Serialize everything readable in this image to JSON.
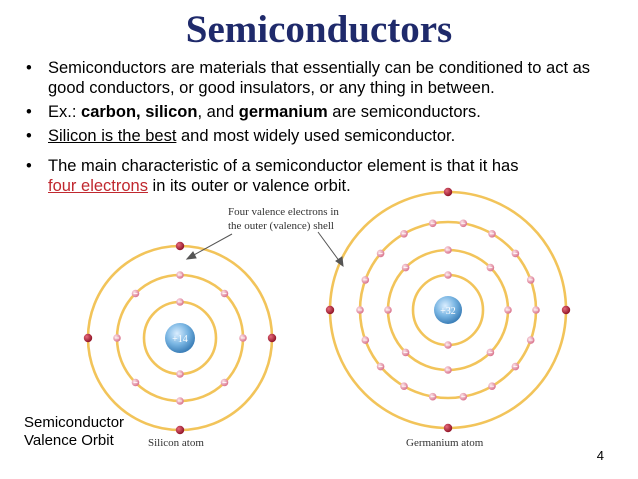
{
  "slide": {
    "title": "Semiconductors",
    "page_number": "4",
    "footer_label_line1": "Semiconductor",
    "footer_label_line2": "Valence Orbit"
  },
  "bullets": {
    "b1": "Semiconductors are materials that essentially can be conditioned to act as good conductors, or good insulators, or any thing in between.",
    "b2_prefix": "Ex.: ",
    "b2_bold1": "carbon, silicon",
    "b2_mid": ", and ",
    "b2_bold2": "germanium",
    "b2_suffix": " are semiconductors.",
    "b3_underlined": "Silicon is the best",
    "b3_rest": " and most widely used semiconductor.",
    "b4_line1": "The main characteristic of a semiconductor element is that it has",
    "b4_red": "four electrons",
    "b4_rest": " in its outer or valence orbit."
  },
  "diagram": {
    "callout_line1": "Four valence electrons in",
    "callout_line2": "the outer (valence) shell",
    "silicon_nucleus": "+14",
    "germanium_nucleus": "+32",
    "silicon_caption": "Silicon atom",
    "germanium_caption": "Germanium atom"
  },
  "colors": {
    "title": "#1f2a6b",
    "orbit": "#f2c45a",
    "electron": "#e3879a",
    "valence_electron": "#a0182c",
    "nucleus": "#5fa3d6",
    "highlight_red": "#c0282f"
  }
}
